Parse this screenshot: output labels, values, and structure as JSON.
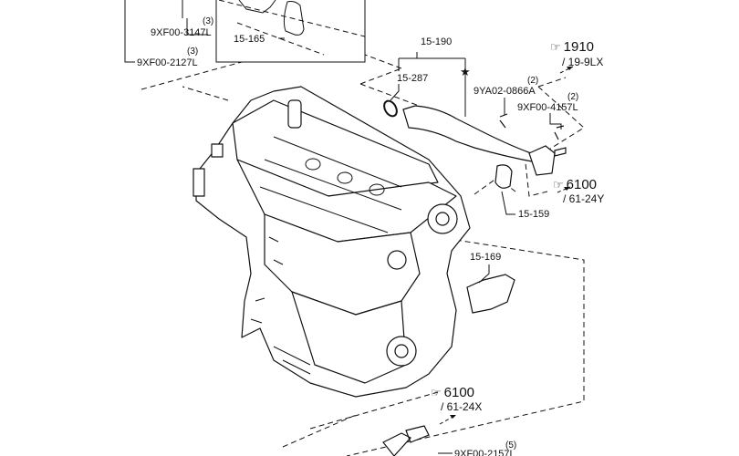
{
  "labels": {
    "p1": {
      "code": "9XF00-3147L",
      "qty": "(3)"
    },
    "p2": {
      "code": "9XF00-2127L",
      "qty": "(3)"
    },
    "p3": {
      "code": "15-165"
    },
    "p4": {
      "code": "15-190"
    },
    "p5": {
      "code": "15-287"
    },
    "p6": {
      "code": "9YA02-0866A",
      "qty": "(2)"
    },
    "p7": {
      "code": "9XF00-4157L",
      "qty": "(2)"
    },
    "p8": {
      "code": "15-159"
    },
    "p9": {
      "code": "15-169"
    },
    "p10": {
      "code": "9XF00-2157L",
      "qty": "(5)"
    }
  },
  "references": [
    {
      "num": "1910",
      "sub": "/ 19-9LX"
    },
    {
      "num": "6100",
      "sub": "/ 61-24Y"
    },
    {
      "num": "6100",
      "sub": "/ 61-24X"
    }
  ],
  "icons": {
    "star": "★",
    "hand": "☞"
  }
}
